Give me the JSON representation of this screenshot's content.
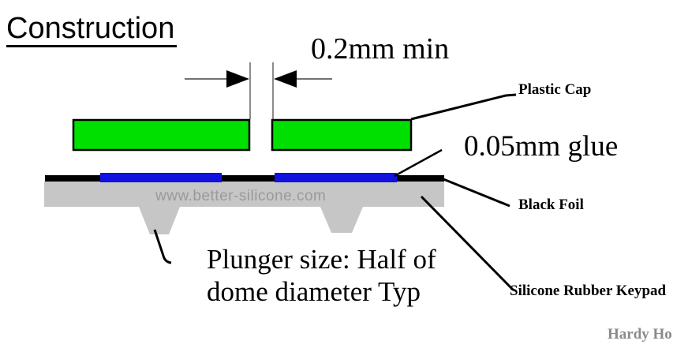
{
  "title": "Construction",
  "dimension_callout": {
    "label": "0.2mm min"
  },
  "labels": {
    "plastic_cap": "Plastic Cap",
    "glue": "0.05mm glue",
    "black_foil": "Black Foil",
    "silicone_rubber_keypad": "Silicone Rubber Keypad",
    "plunger_note": "Plunger size: Half of\ndome diameter Typ"
  },
  "watermark": "www.better-silicone.com",
  "signature": "Hardy Ho",
  "colors": {
    "plastic_cap_fill": "#00e000",
    "glue_fill": "#1212e0",
    "black_foil_fill": "#000000",
    "keypad_fill": "#c6c6c6",
    "watermark_text": "#9a9a9a",
    "signature_text": "#8a8a8a"
  }
}
